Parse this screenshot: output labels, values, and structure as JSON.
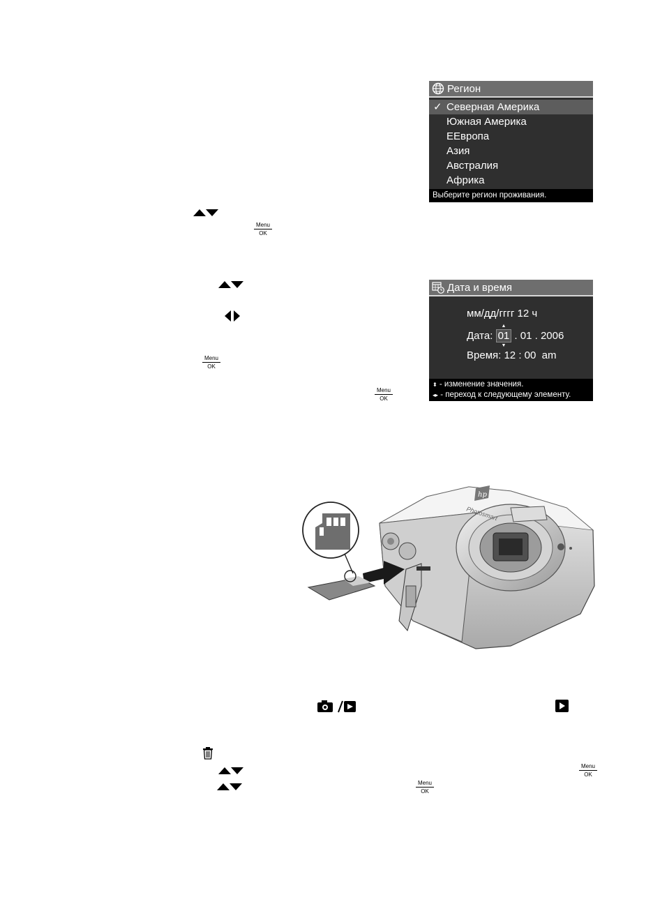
{
  "region_screen": {
    "title": "Регион",
    "items": [
      {
        "label": "Северная Америка",
        "selected": true
      },
      {
        "label": "Южная Америка",
        "selected": false
      },
      {
        "label": "ЕЕвропа",
        "selected": false
      },
      {
        "label": "Азия",
        "selected": false
      },
      {
        "label": "Австралия",
        "selected": false
      },
      {
        "label": "Африка",
        "selected": false
      }
    ],
    "hint": "Выберите регион проживания."
  },
  "datetime_screen": {
    "title": "Дата и время",
    "format": "мм/дд/гггг 12 ч",
    "date_label": "Дата:",
    "date_month": "01",
    "date_rest": ". 01 . 2006",
    "time_label": "Время:",
    "time_value": "12 : 00  am",
    "hint_line1": "- изменение значения.",
    "hint_line2": "- переход к следующему элементу."
  },
  "menu_ok": {
    "top": "Menu",
    "bottom": "OK"
  },
  "icons": {
    "up_down": "up-down-arrows-icon",
    "left_right": "left-right-arrows-icon",
    "camera_playback": "camera-playback-switch-icon",
    "playback": "playback-icon",
    "trash": "trash-icon",
    "globe": "globe-icon",
    "calendar_clock": "calendar-clock-icon"
  },
  "illustration": {
    "brand": "hp",
    "model": "Photosmart"
  }
}
